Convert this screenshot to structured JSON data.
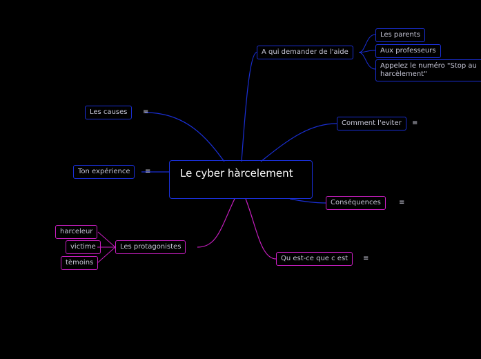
{
  "central": "Le cyber hàrcelement",
  "note_glyph": "≡",
  "colors": {
    "background": "#000000",
    "blue": "#1a2fd6",
    "pink": "#c81ec0"
  },
  "topics": {
    "aide": {
      "label": "A qui demander de l'aide",
      "children": [
        "Les parents",
        "Aux professeurs",
        "Appelez le numéro \"Stop au harcèlement\""
      ]
    },
    "eviter": "Comment l'eviter",
    "causes": "Les causes",
    "experience": "Ton expérience",
    "consequences": "Conséquences",
    "protagonistes": {
      "label": "Les protagonistes",
      "children": [
        "harceleur",
        "victime",
        "tèmoins"
      ]
    },
    "definition": "Qu est-ce que c est"
  }
}
